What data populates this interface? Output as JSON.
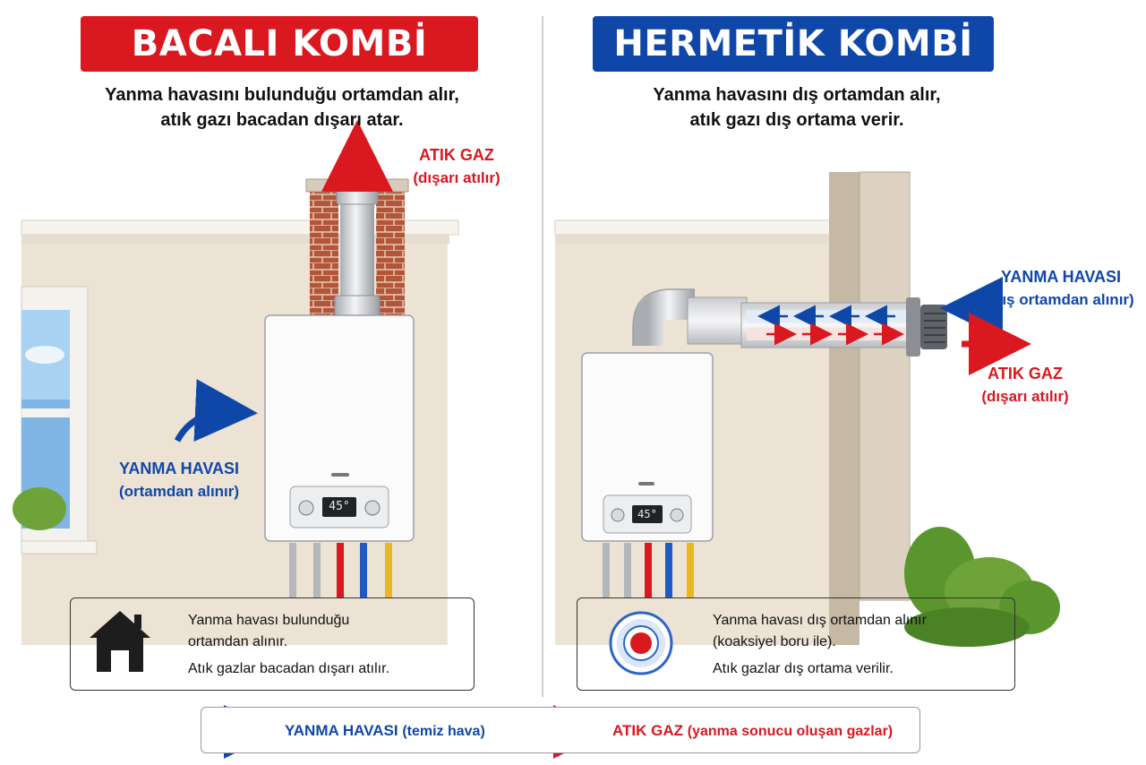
{
  "left": {
    "title": "BACALI KOMBİ",
    "subtitle_line1": "Yanma havasını bulunduğu ortamdan alır,",
    "subtitle_line2": "atık gazı bacadan dışarı atar.",
    "exhaust_label": "ATIK GAZ",
    "exhaust_sub": "(dışarı atılır)",
    "intake_label": "YANMA HAVASI",
    "intake_sub": "(ortamdan alınır)",
    "display_value": "45°",
    "info_line1": "Yanma havası bulunduğu",
    "info_line2": "ortamdan alınır.",
    "info_line3": "Atık gazlar bacadan dışarı atılır."
  },
  "right": {
    "title": "HERMETİK KOMBİ",
    "subtitle_line1": "Yanma havasını dış ortamdan alır,",
    "subtitle_line2": "atık gazı dış ortama verir.",
    "intake_label": "YANMA HAVASI",
    "intake_sub": "(dış ortamdan alınır)",
    "exhaust_label": "ATIK GAZ",
    "exhaust_sub": "(dışarı atılır)",
    "display_value": "45°",
    "info_line1": "Yanma havası dış ortamdan alınır",
    "info_line2": "(koaksiyel boru ile).",
    "info_line3": "Atık gazlar dış ortama verilir."
  },
  "legend": {
    "air_label": "YANMA HAVASI",
    "air_desc": "(temiz hava)",
    "gas_label": "ATIK GAZ",
    "gas_desc": "(yanma sonucu oluşan gazlar)"
  },
  "colors": {
    "red": "#d9181f",
    "blue": "#0f47a8",
    "wall": "#ece3d5",
    "brick": "#b4553a"
  }
}
